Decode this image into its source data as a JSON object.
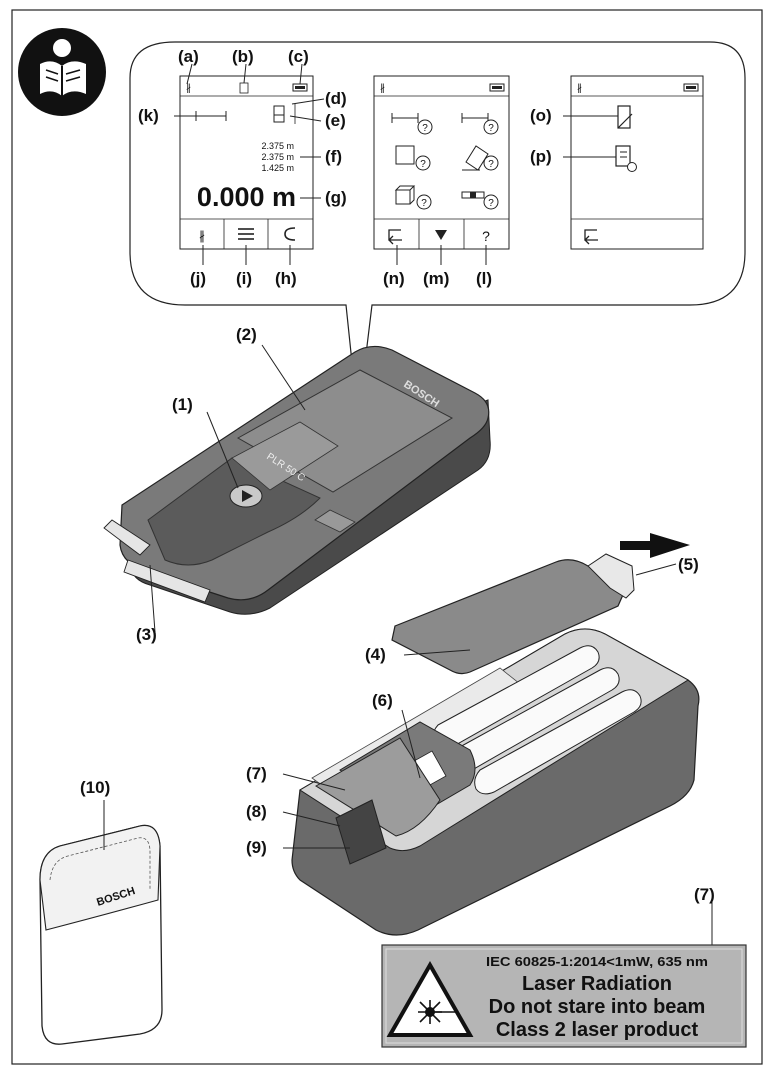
{
  "screens": {
    "measure": {
      "distances": [
        "2.375 m",
        "2.375 m",
        "1.425 m"
      ],
      "result": "0.000 m",
      "softkeys": [
        "bluetooth-icon",
        "menu-icon",
        "clear-icon"
      ]
    },
    "functions": {
      "icons": [
        "length-measurement-icon",
        "continuous-measurement-icon",
        "area-measurement-icon",
        "indirect-height-icon",
        "volume-measurement-icon",
        "level-icon"
      ],
      "softkeys": [
        "back-icon",
        "down-arrow-icon",
        "help-icon"
      ],
      "help_glyph": "?",
      "help_key": "?"
    },
    "settings": {
      "icons": [
        "reference-level-icon",
        "memory-list-icon"
      ],
      "softkeys": [
        "back-icon"
      ]
    }
  },
  "callouts": {
    "a": "(a)",
    "b": "(b)",
    "c": "(c)",
    "d": "(d)",
    "e": "(e)",
    "f": "(f)",
    "g": "(g)",
    "h": "(h)",
    "i": "(i)",
    "j": "(j)",
    "k": "(k)",
    "l": "(l)",
    "m": "(m)",
    "n": "(n)",
    "o": "(o)",
    "p": "(p)"
  },
  "parts": {
    "p1": "(1)",
    "p2": "(2)",
    "p3": "(3)",
    "p4": "(4)",
    "p5": "(5)",
    "p6": "(6)",
    "p7": "(7)",
    "p8": "(8)",
    "p9": "(9)",
    "p10": "(10)",
    "p7_sign": "(7)"
  },
  "device": {
    "brand": "BOSCH",
    "model": "PLR 50 C",
    "pouch_brand": "BOSCH"
  },
  "warning_label": {
    "standard": "IEC 60825-1:2014<1mW, 635 nm",
    "line1": "Laser Radiation",
    "line2": "Do not stare into beam",
    "line3": "Class 2 laser product"
  },
  "colors": {
    "device_body": "#6e6e6e",
    "device_top": "#5a5a5a",
    "screen": "#8a8a8a",
    "label_bg": "#b5b5b5"
  }
}
